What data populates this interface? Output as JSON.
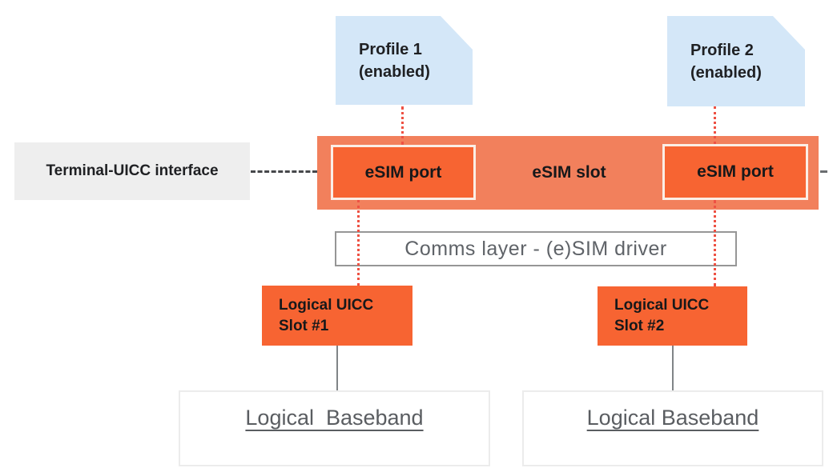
{
  "colors": {
    "profile_card_bg": "#D4E7F8",
    "slot_bar_bg": "#F2805C",
    "port_bg": "#F76432",
    "port_border": "#FBEEE6",
    "uicc_slot_bg": "#F76432",
    "interface_label_bg": "#EEEEEE",
    "dashed_line": "#46484B",
    "dotted_line": "#EE5143",
    "comms_border": "#969696",
    "gray_text": "#5F6368",
    "dark_text": "#1F2023"
  },
  "profiles": [
    {
      "name": "Profile 1",
      "status": "(enabled)"
    },
    {
      "name": "Profile 2",
      "status": "(enabled)"
    }
  ],
  "interface": {
    "label": "Terminal-UICC interface"
  },
  "slot": {
    "label": "eSIM slot",
    "ports": [
      {
        "label": "eSIM port"
      },
      {
        "label": "eSIM port"
      }
    ]
  },
  "comms": {
    "label": "Comms layer - (e)SIM driver"
  },
  "uicc_slots": [
    {
      "line1": "Logical UICC",
      "line2": "Slot #1"
    },
    {
      "line1": "Logical UICC",
      "line2": "Slot #2"
    }
  ],
  "basebands": [
    {
      "label": "Logical  Baseband"
    },
    {
      "label": "Logical Baseband"
    }
  ]
}
